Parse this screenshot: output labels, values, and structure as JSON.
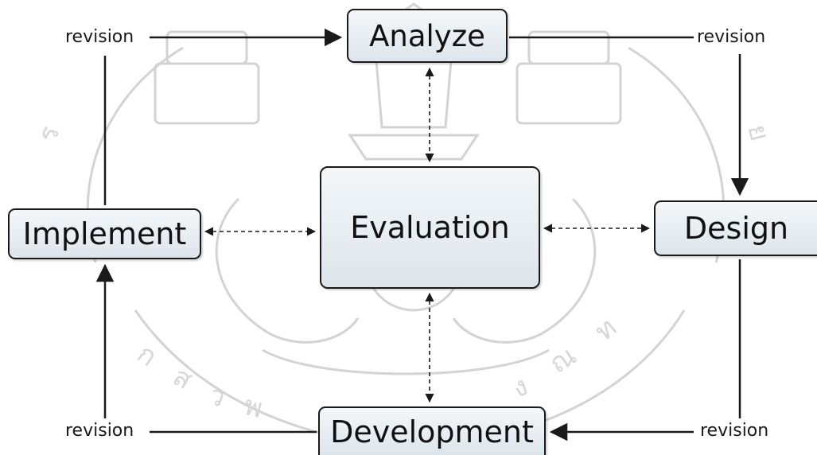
{
  "diagram": {
    "nodes": {
      "analyze": "Analyze",
      "evaluation": "Evaluation",
      "implement": "Implement",
      "design": "Design",
      "development": "Development"
    },
    "revision_labels": {
      "top_left": "revision",
      "top_right": "revision",
      "bottom_left": "revision",
      "bottom_right": "revision"
    },
    "edges": [
      {
        "from": "implement",
        "to": "analyze",
        "style": "solid",
        "via": "revision"
      },
      {
        "from": "analyze",
        "to": "design",
        "style": "solid",
        "via": "revision"
      },
      {
        "from": "design",
        "to": "development",
        "style": "solid",
        "via": "revision"
      },
      {
        "from": "development",
        "to": "implement",
        "style": "solid",
        "via": "revision"
      },
      {
        "between": [
          "evaluation",
          "analyze"
        ],
        "style": "dashed",
        "direction": "both"
      },
      {
        "between": [
          "evaluation",
          "implement"
        ],
        "style": "dashed",
        "direction": "both"
      },
      {
        "between": [
          "evaluation",
          "design"
        ],
        "style": "dashed",
        "direction": "both"
      },
      {
        "between": [
          "evaluation",
          "development"
        ],
        "style": "dashed",
        "direction": "both"
      }
    ],
    "watermark": {
      "description": "faint university seal behind the diagram",
      "color": "#cfcfcf"
    },
    "colors": {
      "node_fill_top": "#f4f7f9",
      "node_fill_bottom": "#dde5ec",
      "line": "#1a1a1a"
    }
  }
}
